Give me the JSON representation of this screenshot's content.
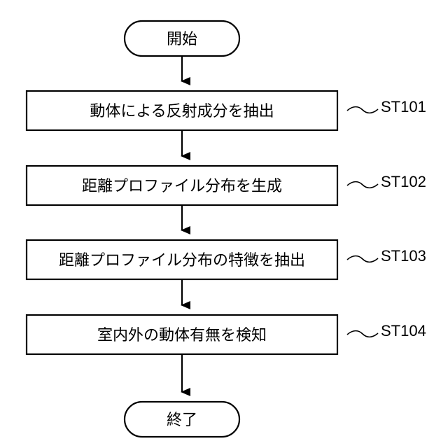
{
  "flowchart": {
    "start": {
      "label": "開始"
    },
    "steps": [
      {
        "id": "ST101",
        "label": "動体による反射成分を抽出"
      },
      {
        "id": "ST102",
        "label": "距離プロファイル分布を生成"
      },
      {
        "id": "ST103",
        "label": "距離プロファイル分布の特徴を抽出"
      },
      {
        "id": "ST104",
        "label": "室内外の動体有無を検知"
      }
    ],
    "end": {
      "label": "終了"
    }
  }
}
